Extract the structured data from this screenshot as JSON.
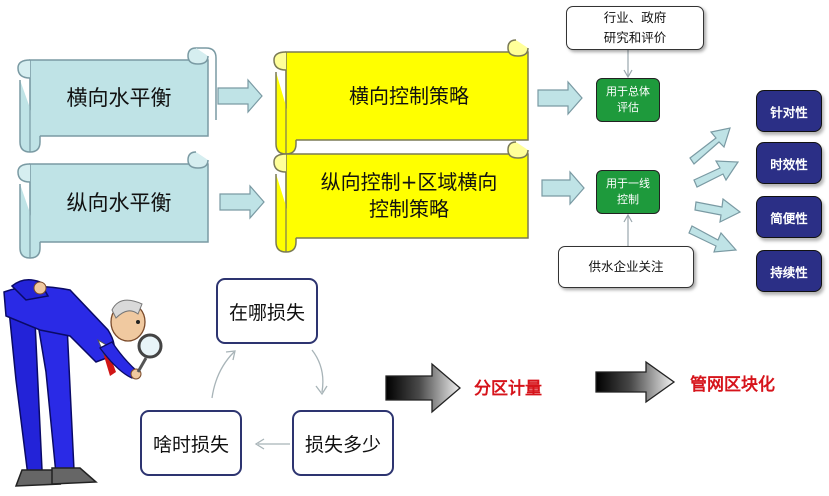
{
  "scrolls": {
    "left_top": "横向水平衡",
    "left_bottom": "纵向水平衡",
    "mid_top": "横向控制策略",
    "mid_bottom_line1": "纵向控制+区域横向",
    "mid_bottom_line2": "控制策略"
  },
  "boxes": {
    "industry_line1": "行业、政府",
    "industry_line2": "研究和评价",
    "overall_line1": "用于总体",
    "overall_line2": "评估",
    "frontline_line1": "用于一线",
    "frontline_line2": "控制",
    "enterprise": "供水企业关注"
  },
  "properties": [
    "针对性",
    "时效性",
    "简便性",
    "持续性"
  ],
  "cycle": {
    "where": "在哪损失",
    "how_much": "损失多少",
    "when": "啥时损失"
  },
  "flow": {
    "zone_metering": "分区计量",
    "network_zoning": "管网区块化"
  },
  "colors": {
    "scroll_blue": "#bfe3e6",
    "scroll_yellow": "#ffff00",
    "green_box": "#1e9a3c",
    "navy_box": "#2b2f86",
    "red_text": "#d6141b",
    "arrow_fill": "#bfe3e6"
  }
}
